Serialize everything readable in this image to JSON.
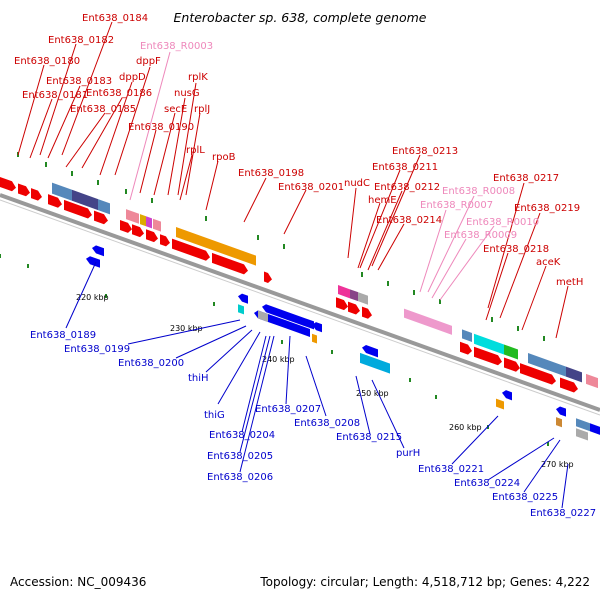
{
  "title": "Enterobacter sp. 638, complete genome",
  "footer": {
    "accession": "Accession: NC_009436",
    "summary": "Topology: circular; Length: 4,518,712 bp; Genes: 4,222"
  },
  "ticks": [
    "220 kbp",
    "230 kbp",
    "240 kbp",
    "250 kbp",
    "260 kbp",
    "270 kbp"
  ],
  "labels_top_red": [
    "Ent638_0184",
    "Ent638_0182",
    "Ent638_0180",
    "Ent638_0183",
    "Ent638_0181",
    "dppF",
    "dppD",
    "Ent638_0186",
    "Ent638_0185",
    "rplK",
    "nusG",
    "secE",
    "rplJ",
    "Ent638_0190",
    "rplL",
    "rpoB",
    "Ent638_0198",
    "Ent638_0201",
    "nudC",
    "Ent638_0213",
    "Ent638_0211",
    "Ent638_0212",
    "hemE",
    "Ent638_0214",
    "Ent638_0217",
    "Ent638_0219",
    "Ent638_0218",
    "aceK",
    "metH"
  ],
  "labels_top_pink": [
    "Ent638_R0003",
    "Ent638_R0008",
    "Ent638_R0007",
    "Ent638_R0010",
    "Ent638_R0009"
  ],
  "labels_bottom_blue": [
    "Ent638_0189",
    "Ent638_0199",
    "Ent638_0200",
    "thiH",
    "thiG",
    "Ent638_0207",
    "Ent638_0204",
    "Ent638_0208",
    "Ent638_0205",
    "Ent638_0206",
    "Ent638_0215",
    "purH",
    "Ent638_0221",
    "Ent638_0224",
    "Ent638_0225",
    "Ent638_0227"
  ],
  "colors": {
    "red": "#cc0000",
    "pink": "#ee88bb",
    "blue": "#0000cc",
    "backbone": "#999999"
  }
}
